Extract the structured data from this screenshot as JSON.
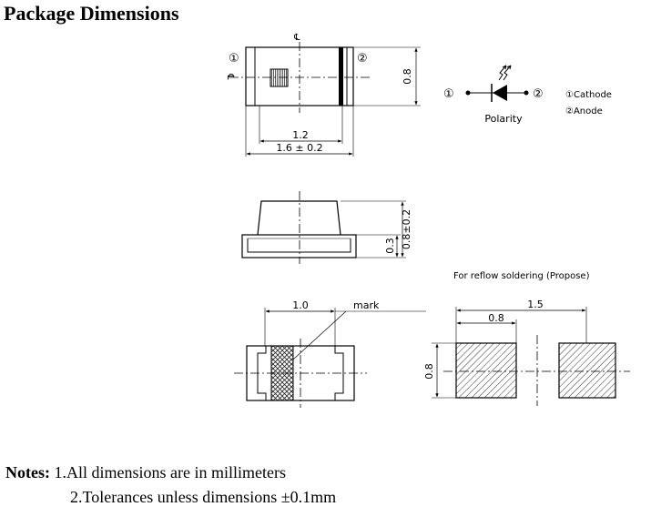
{
  "title": "Package Dimensions",
  "top_view": {
    "pin1": "①",
    "pin2": "②",
    "centerline": "℄",
    "dim_width_inner": "1.2",
    "dim_width_outer": "1.6 ± 0.2",
    "dim_height": "0.8"
  },
  "polarity": {
    "pin1": "①",
    "pin2": "②",
    "label": "Polarity",
    "legend_cathode": "①Cathode",
    "legend_anode": "②Anode"
  },
  "side_view": {
    "dim_total_height": "0.8±0.2",
    "dim_base_height": "0.3"
  },
  "bottom_view": {
    "dim_width": "1.0",
    "mark_label": "mark"
  },
  "reflow": {
    "title": "For reflow soldering (Propose)",
    "dim_span": "1.5",
    "dim_pad_width": "0.8",
    "dim_pad_height": "0.8"
  },
  "notes": {
    "label": "Notes:",
    "line1": "1.All dimensions are in millimeters",
    "line2": "2.Tolerances unless dimensions  ±0.1mm"
  }
}
